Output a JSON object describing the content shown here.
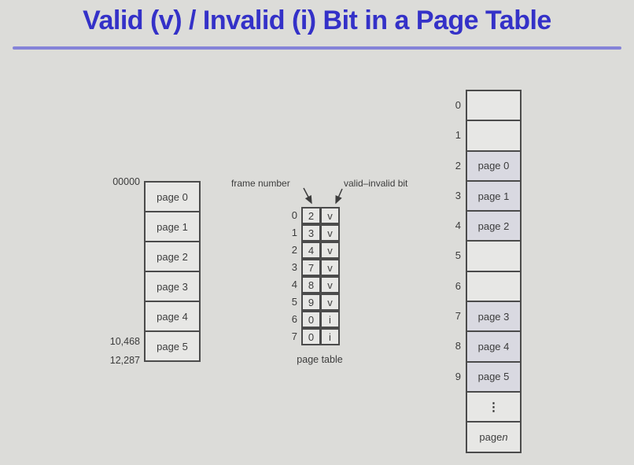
{
  "title": "Valid (v) / Invalid (i) Bit in a Page Table",
  "colors": {
    "background": "#dcdcd9",
    "title": "#3431c8",
    "underline": "#8583d8",
    "box_border": "#4b4b4b",
    "text": "#3c3c3c",
    "cell_fill": "#e7e7e5",
    "filled_cell_fill": "#d9d9e1"
  },
  "logical_memory": {
    "top_address": "00000",
    "mid_address": "10,468",
    "bottom_address": "12,287",
    "pages": [
      "page 0",
      "page 1",
      "page 2",
      "page 3",
      "page 4",
      "page 5"
    ]
  },
  "page_table": {
    "frame_label": "frame number",
    "bit_label": "valid–invalid bit",
    "caption": "page table",
    "rows": [
      {
        "index": "0",
        "frame": "2",
        "bit": "v"
      },
      {
        "index": "1",
        "frame": "3",
        "bit": "v"
      },
      {
        "index": "2",
        "frame": "4",
        "bit": "v"
      },
      {
        "index": "3",
        "frame": "7",
        "bit": "v"
      },
      {
        "index": "4",
        "frame": "8",
        "bit": "v"
      },
      {
        "index": "5",
        "frame": "9",
        "bit": "v"
      },
      {
        "index": "6",
        "frame": "0",
        "bit": "i"
      },
      {
        "index": "7",
        "frame": "0",
        "bit": "i"
      }
    ]
  },
  "physical_memory": {
    "frames": [
      {
        "index": "0",
        "content": ""
      },
      {
        "index": "1",
        "content": ""
      },
      {
        "index": "2",
        "content": "page 0"
      },
      {
        "index": "3",
        "content": "page 1"
      },
      {
        "index": "4",
        "content": "page 2"
      },
      {
        "index": "5",
        "content": ""
      },
      {
        "index": "6",
        "content": ""
      },
      {
        "index": "7",
        "content": "page 3"
      },
      {
        "index": "8",
        "content": "page 4"
      },
      {
        "index": "9",
        "content": "page 5"
      }
    ],
    "ellipsis": "⋮",
    "page_n_prefix": "page ",
    "page_n_var": "n"
  }
}
